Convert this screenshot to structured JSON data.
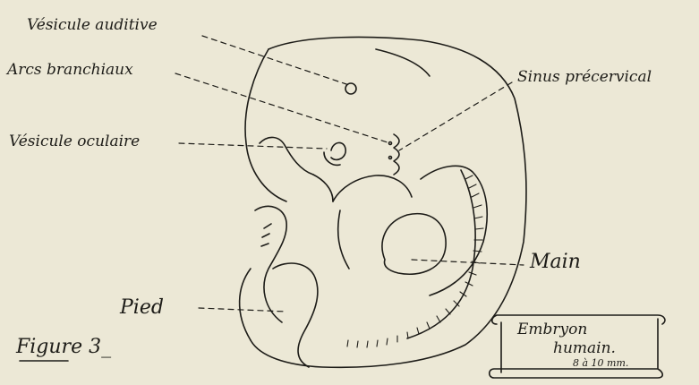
{
  "labels": {
    "vesicule_auditive": "Vésicule auditive",
    "arcs_branchiaux": "Arcs branchiaux",
    "vesicule_oculaire": "Vésicule oculaire",
    "sinus_precervical": "Sinus précervical",
    "main": "Main",
    "pied": "Pied"
  },
  "figure_title": "Figure 3_",
  "scroll_note": {
    "line1": "Embryon",
    "line2": "humain.",
    "line3": "8 à 10 mm."
  },
  "colors": {
    "paper": "#ece8d6",
    "ink": "#1d1c18"
  }
}
